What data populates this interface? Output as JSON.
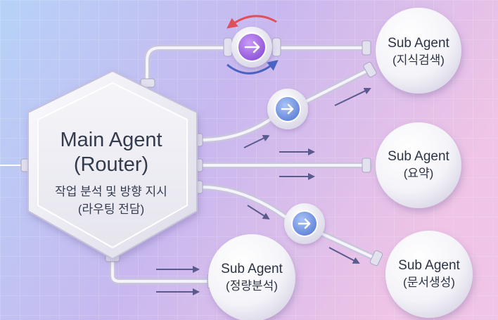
{
  "main_agent": {
    "title": "Main Agent",
    "subtitle": "(Router)",
    "description_line1": "작업 분석 및 방향 지시",
    "description_line2": "(라우팅 전담)"
  },
  "sub_agents": [
    {
      "title": "Sub Agent",
      "role": "(지식검색)"
    },
    {
      "title": "Sub Agent",
      "role": "(요약)"
    },
    {
      "title": "Sub Agent",
      "role": "(문서생성)"
    },
    {
      "title": "Sub Agent",
      "role": "(정량분석)"
    }
  ],
  "colors": {
    "background_left": "#b9d3f7",
    "background_mid": "#c9b6ee",
    "background_right": "#ecc2e6",
    "router_node_accent": "#9b5fe0",
    "flow_node_accent": "#5f86e0",
    "arrow_red": "#e0505a",
    "arrow_blue": "#4a63c2",
    "flow_arrow": "#5a5a8c"
  },
  "icons": [
    "forward-arrow-icon",
    "cycle-arrow-icon",
    "flow-direction-arrow-icon"
  ]
}
